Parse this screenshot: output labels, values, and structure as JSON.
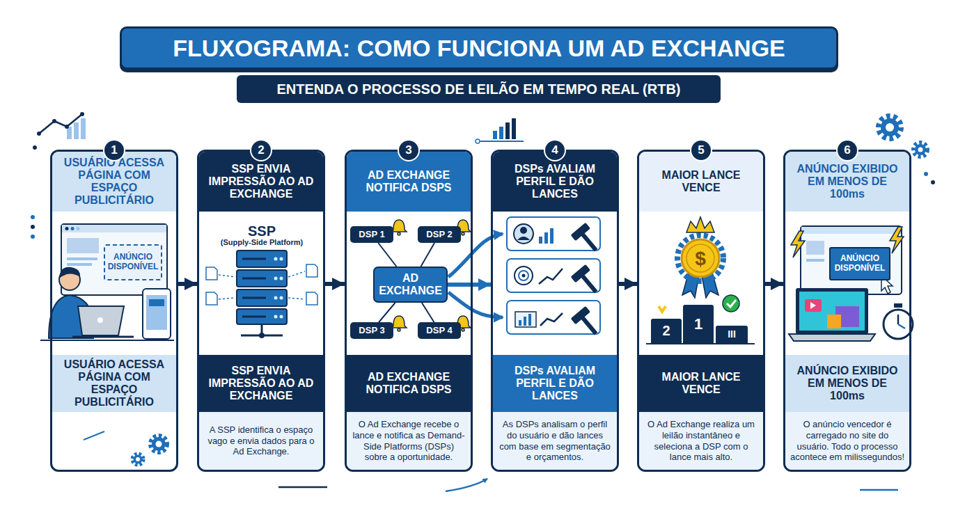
{
  "diagram": {
    "title": "FLUXOGRAMA: COMO FUNCIONA UM AD EXCHANGE",
    "nodes": [
      {
        "text": [
          "ENTENDA O PROCESSO DE LEILÃO EM TEMPO REAL (RTB)"
        ]
      },
      {
        "text": [
          "USUÁRIO ACESSA PÁGINA COM ESPAÇO PUBLICITÁRIO",
          "USUÁRIO ACESSA PÁGINA COM ESPAÇO PUBLICITÁRIO"
        ]
      },
      {
        "text": [
          "1"
        ],
        "in": 1
      },
      {
        "text": [
          "ANÚNCIO DISPONÍVEL"
        ],
        "in": 1
      },
      {
        "text": [
          "SSP ENVIA IMPRESSÃO AO AD EXCHANGE",
          "SSP ENVIA IMPRESSÃO AO AD EXCHANGE",
          "A SSP identifica o espaço vago e envia dados para o Ad Exchange."
        ]
      },
      {
        "text": [
          "2"
        ],
        "in": 4
      },
      {
        "text": [
          "AD EXCHANGE NOTIFICA DSPS",
          "AD EXCHANGE NOTIFICA DSPS",
          "O Ad Exchange recebe o lance e notifica as Demand-Side Platforms (DSPs) sobre a oportunidade."
        ]
      },
      {
        "text": [
          "3"
        ],
        "in": 6
      },
      {
        "text": [
          "DSP 1"
        ],
        "in": 6
      },
      {
        "text": [
          "DSP 2"
        ],
        "in": 6
      },
      {
        "text": [
          "AD EXCHANGE"
        ],
        "in": 6
      },
      {
        "text": [
          "DSP 3"
        ],
        "in": 6
      },
      {
        "text": [
          "DSP 4"
        ],
        "in": 6
      },
      {
        "text": [
          "DSPs AVALIAM PERFIL E DÃO LANCES",
          "DSPs AVALIAM PERFIL E DÃO LANCES",
          "As DSPs analisam o perfil do usuário e dão lances com base em segmentação e orçamentos."
        ]
      },
      {
        "text": [
          "4"
        ],
        "in": 13
      },
      {
        "text": [
          "MAIOR LANCE VENCE",
          "MAIOR LANCE VENCE",
          "O Ad Exchange realiza um leilão instantâneo e seleciona a DSP com o lance mais alto."
        ]
      },
      {
        "text": [
          "5"
        ],
        "in": 15
      },
      {
        "text": [
          "2"
        ],
        "in": 15
      },
      {
        "text": [
          "1"
        ],
        "in": 15
      },
      {
        "text": [
          "III"
        ],
        "in": 15
      },
      {
        "text": [
          "ANÚNCIO EXIBIDO EM MENOS DE 100ms",
          "ANÚNCIO EXIBIDO EM MENOS DE 100ms",
          "O anúncio vencedor é carregado no site do usuário. Todo o processo acontece em milissegundos!"
        ]
      },
      {
        "text": [
          "6"
        ],
        "in": 20
      },
      {
        "text": [
          "ANÚNCIO DISPONÍVEL"
        ],
        "in": 20
      }
    ],
    "edges": [
      {
        "from": 1,
        "to": 4,
        "arrow": "to"
      },
      {
        "from": 4,
        "to": 6,
        "arrow": "to"
      },
      {
        "from": 10,
        "to": 13,
        "arrow": "to"
      },
      {
        "from": 13,
        "to": 15,
        "arrow": "to"
      },
      {
        "from": 15,
        "to": 20,
        "arrow": "to"
      },
      {
        "from": 10,
        "to": 8,
        "arrow": "none"
      },
      {
        "from": 10,
        "to": 9,
        "arrow": "none"
      },
      {
        "from": 10,
        "to": 11,
        "arrow": "none"
      },
      {
        "from": 10,
        "to": 12,
        "arrow": "none"
      }
    ],
    "labels": [
      "SSP",
      "(Supply-Side Platform)",
      "$"
    ]
  }
}
